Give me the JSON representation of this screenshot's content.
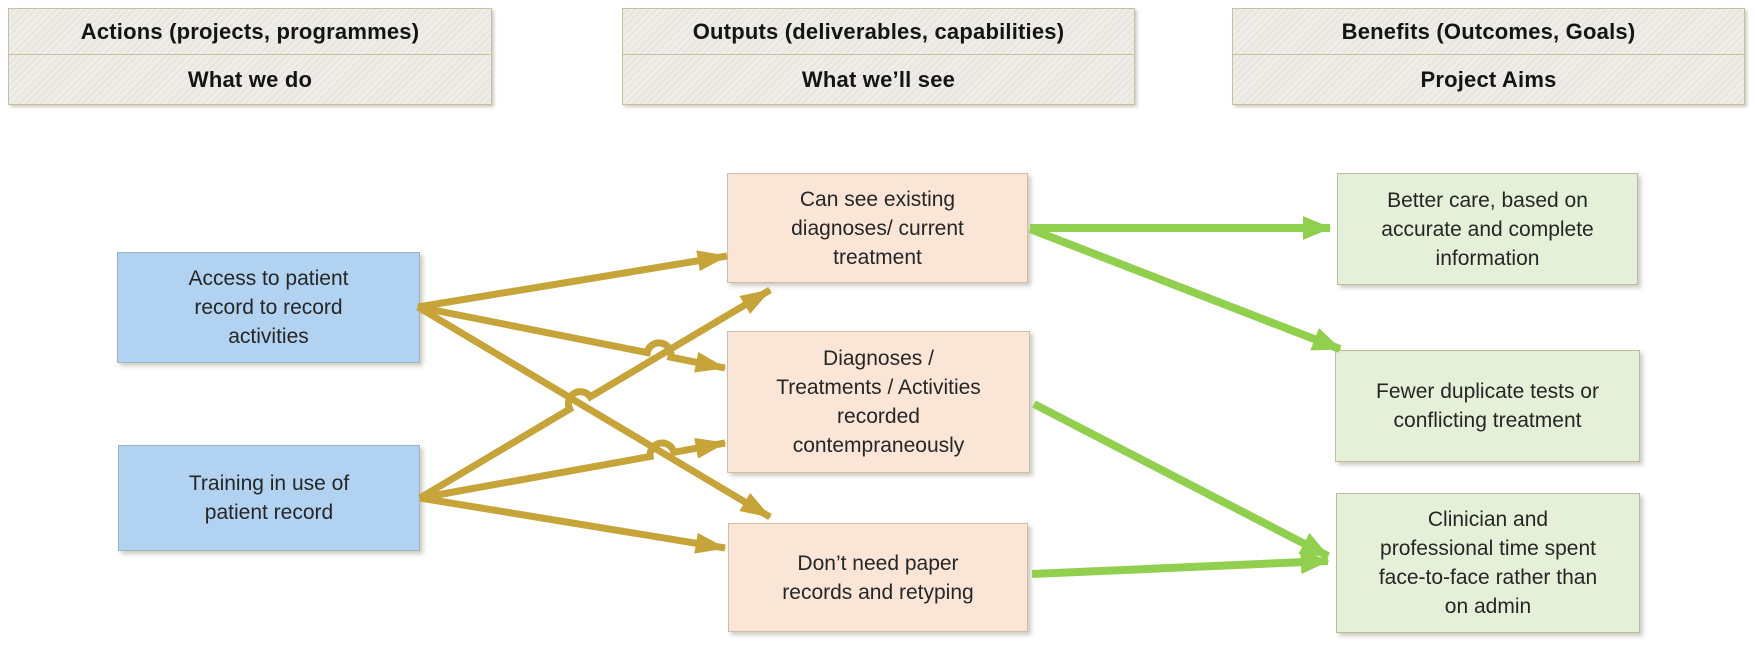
{
  "headers": [
    {
      "title": "Actions (projects, programmes)",
      "subtitle": "What we do"
    },
    {
      "title": "Outputs (deliverables, capabilities)",
      "subtitle": "What we’ll see"
    },
    {
      "title": "Benefits (Outcomes, Goals)",
      "subtitle": "Project Aims"
    }
  ],
  "nodes": {
    "actions": [
      {
        "id": "access-to-patient-record",
        "label": "Access to patient\nrecord to record\nactivities"
      },
      {
        "id": "training-in-use-of-patient-record",
        "label": "Training in use of\npatient record"
      }
    ],
    "outputs": [
      {
        "id": "can-see-existing-diagnoses",
        "label": "Can see existing\ndiagnoses/ current\ntreatment"
      },
      {
        "id": "diagnoses-recorded-contempraneously",
        "label": "Diagnoses /\nTreatments / Activities\nrecorded\ncontempraneously"
      },
      {
        "id": "dont-need-paper-records",
        "label": "Don’t need paper\nrecords and retyping"
      }
    ],
    "benefits": [
      {
        "id": "better-care",
        "label": "Better care, based on\naccurate and complete\ninformation"
      },
      {
        "id": "fewer-duplicate-tests",
        "label": "Fewer duplicate tests or\nconflicting treatment"
      },
      {
        "id": "clinician-time-face-to-face",
        "label": "Clinician and\nprofessional time spent\nface-to-face rather than\non admin"
      }
    ]
  },
  "edges": [
    {
      "from": "access-to-patient-record",
      "to": "can-see-existing-diagnoses",
      "color": "gold"
    },
    {
      "from": "access-to-patient-record",
      "to": "diagnoses-recorded-contempraneously",
      "color": "gold"
    },
    {
      "from": "access-to-patient-record",
      "to": "dont-need-paper-records",
      "color": "gold"
    },
    {
      "from": "training-in-use-of-patient-record",
      "to": "can-see-existing-diagnoses",
      "color": "gold"
    },
    {
      "from": "training-in-use-of-patient-record",
      "to": "diagnoses-recorded-contempraneously",
      "color": "gold"
    },
    {
      "from": "training-in-use-of-patient-record",
      "to": "dont-need-paper-records",
      "color": "gold"
    },
    {
      "from": "can-see-existing-diagnoses",
      "to": "better-care",
      "color": "green"
    },
    {
      "from": "can-see-existing-diagnoses",
      "to": "fewer-duplicate-tests",
      "color": "green"
    },
    {
      "from": "diagnoses-recorded-contempraneously",
      "to": "clinician-time-face-to-face",
      "color": "green"
    },
    {
      "from": "dont-need-paper-records",
      "to": "clinician-time-face-to-face",
      "color": "green"
    }
  ],
  "colors": {
    "action_fill": "#B1D3F1",
    "output_fill": "#FAE5D7",
    "benefit_fill": "#E4F0D8",
    "action_arrow": "#C6A43A",
    "benefit_arrow": "#90D04E",
    "header_fill": "#ECEAE4",
    "header_border": "#C6BFA2"
  }
}
